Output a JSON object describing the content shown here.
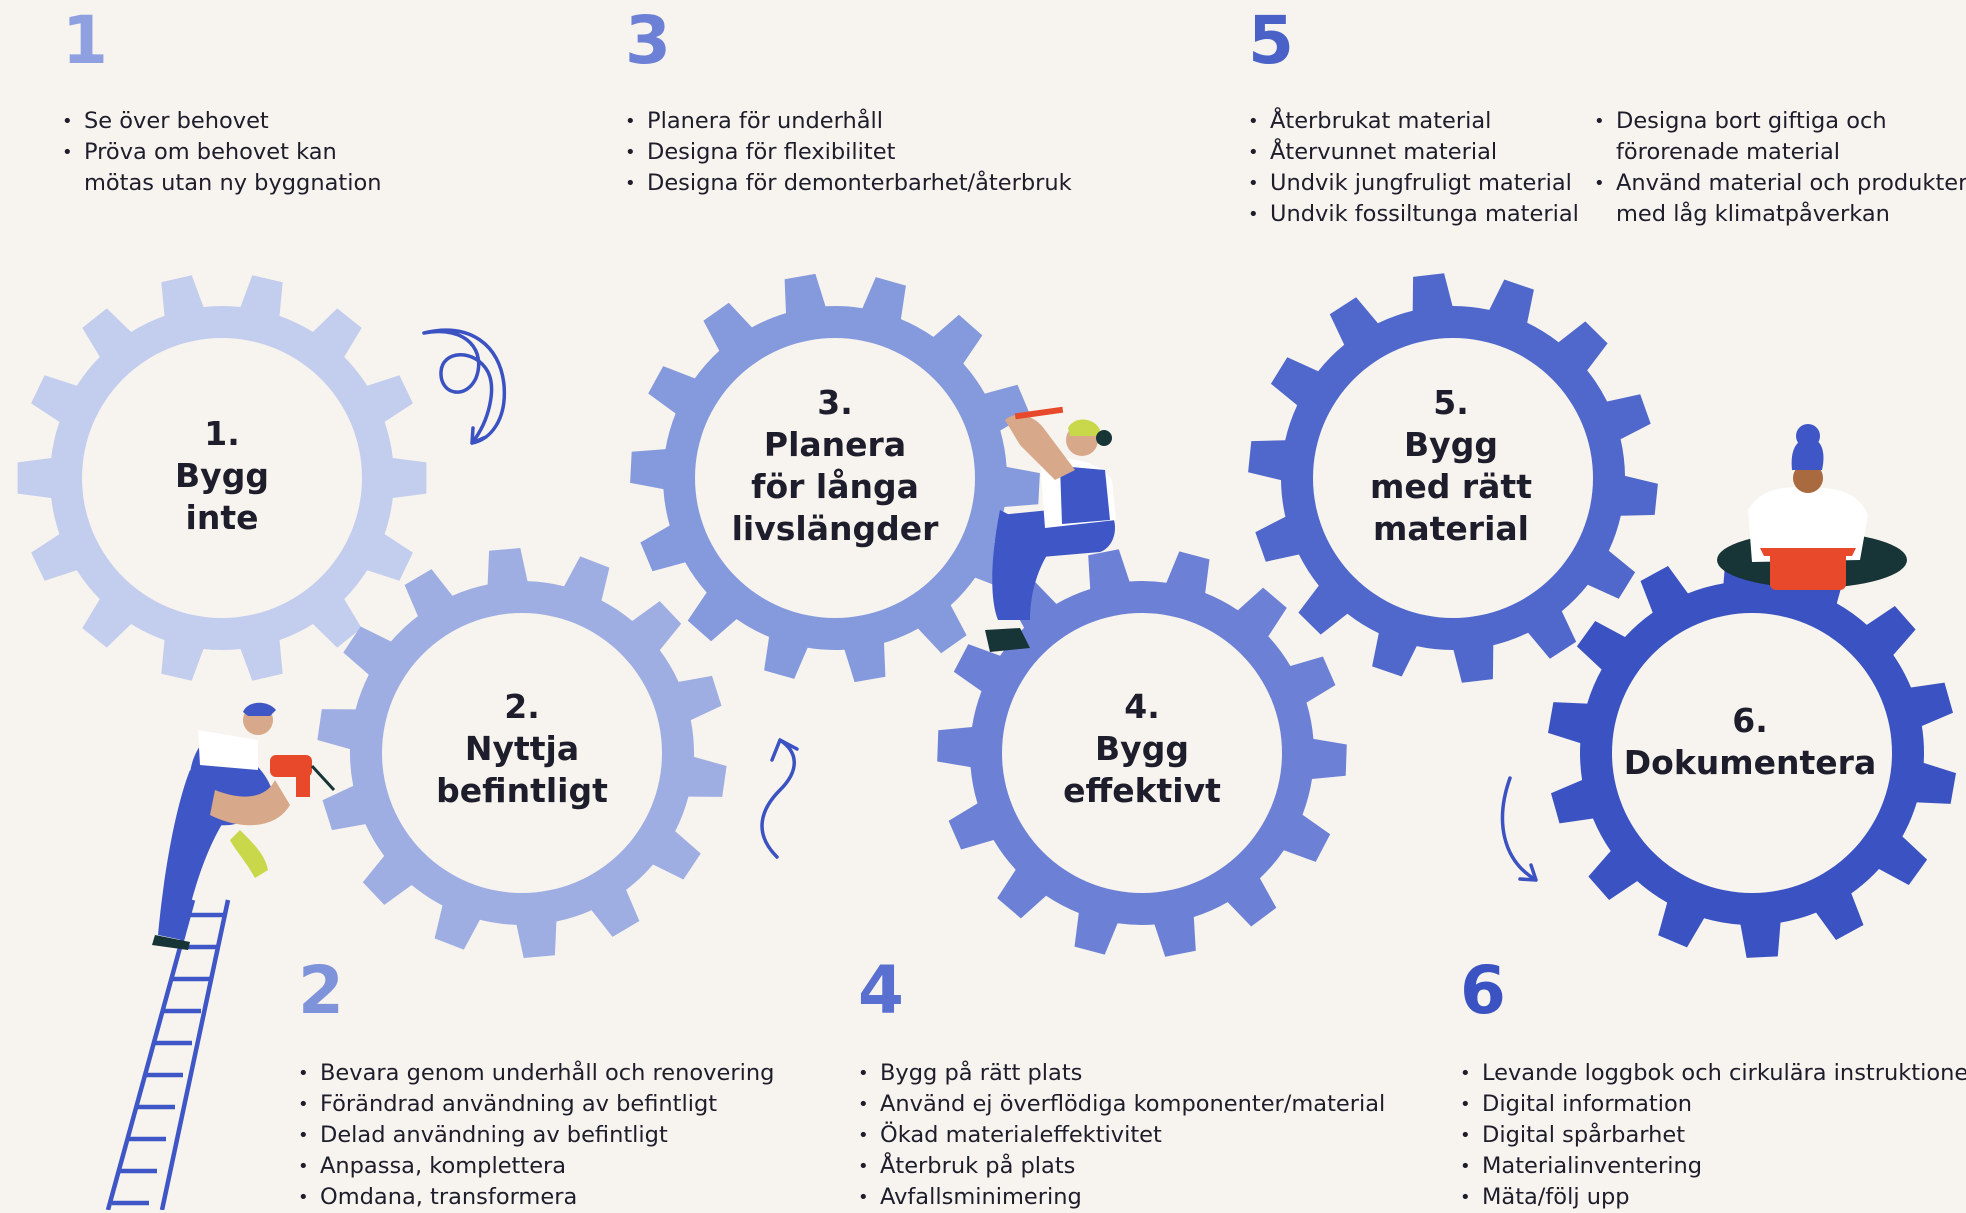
{
  "colors": {
    "background": "#f7f3ee",
    "gear1": "#c3cdee",
    "gear2": "#9eaee3",
    "gear3": "#8599dd",
    "gear4": "#6c81d6",
    "gear5": "#5068cc",
    "gear6": "#3a52c2",
    "gear_center": "#f7f3ee",
    "heading1": "#8ea0e0",
    "heading2": "#7f93db",
    "heading3": "#6c81d6",
    "heading4": "#5a70d0",
    "heading5": "#4a62c8",
    "heading6": "#3a52c2",
    "arrow": "#3a52c2",
    "accent_orange": "#e8492b",
    "skin": "#d8a88a",
    "worker_blue": "#3f57c6",
    "dark": "#173436"
  },
  "steps": [
    {
      "number": "1",
      "bullets": [
        "Se över behovet",
        "Pröva om behovet kan",
        "mötas utan ny byggnation"
      ],
      "gear_label": [
        "1.",
        "Bygg",
        "inte"
      ]
    },
    {
      "number": "2",
      "bullets": [
        "Bevara genom underhåll och renovering",
        "Förändrad användning av befintligt",
        "Delad användning av befintligt",
        "Anpassa, komplettera",
        "Omdana, transformera"
      ],
      "gear_label": [
        "2.",
        "Nyttja",
        "befintligt"
      ]
    },
    {
      "number": "3",
      "bullets": [
        "Planera för underhåll",
        "Designa för flexibilitet",
        "Designa för demonterbarhet/återbruk"
      ],
      "gear_label": [
        "3.",
        "Planera",
        "för långa",
        "livslängder"
      ]
    },
    {
      "number": "4",
      "bullets": [
        "Bygg på rätt plats",
        "Använd ej överflödiga komponenter/material",
        "Ökad materialeffektivitet",
        "Återbruk på plats",
        "Avfallsminimering"
      ],
      "gear_label": [
        "4.",
        "Bygg",
        "effektivt"
      ]
    },
    {
      "number": "5",
      "bullets_left": [
        "Återbrukat material",
        "Återvunnet material",
        "Undvik jungfruligt material",
        "Undvik fossiltunga material"
      ],
      "bullets_right": [
        "Designa bort giftiga och",
        "förorenade material",
        "Använd material och produkter",
        "med låg klimatpåverkan"
      ],
      "gear_label": [
        "5.",
        "Bygg",
        "med rätt",
        "material"
      ]
    },
    {
      "number": "6",
      "bullets": [
        "Levande loggbok och cirkulära instruktioner",
        "Digital information",
        "Digital spårbarhet",
        "Materialinventering",
        "Mäta/följ upp"
      ],
      "gear_label": [
        "6.",
        "Dokumentera"
      ]
    }
  ],
  "icons": {
    "arrows": [
      "loop-arrow-icon",
      "wavy-arrow-icon",
      "curved-arrow-icon"
    ],
    "figures": [
      "ladder-worker-drill",
      "worker-sitting-measuring",
      "woman-laptop-sitting"
    ]
  }
}
